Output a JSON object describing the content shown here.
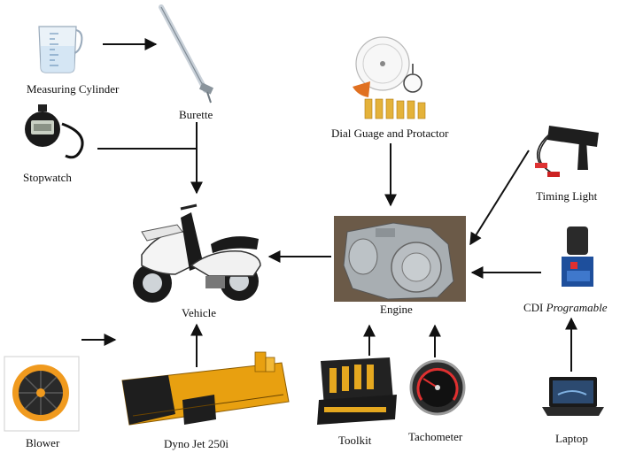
{
  "diagram": {
    "nodes": {
      "measuring_cylinder": {
        "label": "Measuring Cylinder",
        "icon": "measuring-cylinder-icon"
      },
      "burette": {
        "label": "Burette",
        "icon": "burette-icon"
      },
      "stopwatch": {
        "label": "Stopwatch",
        "icon": "stopwatch-icon"
      },
      "vehicle": {
        "label": "Vehicle",
        "icon": "motorcycle-icon"
      },
      "dial_gauge": {
        "label": "Dial Guage and Protactor",
        "icon": "dial-gauge-protractor-icon"
      },
      "engine": {
        "label": "Engine",
        "icon": "engine-icon"
      },
      "timing_light": {
        "label": "Timing Light",
        "icon": "timing-light-icon"
      },
      "cdi": {
        "label": "CDI",
        "label_italic": "Programable",
        "icon": "cdi-module-icon"
      },
      "laptop": {
        "label": "Laptop",
        "icon": "laptop-icon"
      },
      "blower": {
        "label": "Blower",
        "icon": "blower-fan-icon"
      },
      "dyno": {
        "label": "Dyno Jet 250i",
        "icon": "dynamometer-icon"
      },
      "toolkit": {
        "label": "Toolkit",
        "icon": "toolkit-case-icon"
      },
      "tachometer": {
        "label": "Tachometer",
        "icon": "tachometer-icon"
      }
    },
    "edges": [
      {
        "from": "measuring_cylinder",
        "to": "burette"
      },
      {
        "from": "burette",
        "to": "vehicle"
      },
      {
        "from": "stopwatch",
        "to": "vehicle"
      },
      {
        "from": "dial_gauge",
        "to": "engine"
      },
      {
        "from": "timing_light",
        "to": "engine"
      },
      {
        "from": "cdi",
        "to": "engine"
      },
      {
        "from": "laptop",
        "to": "cdi"
      },
      {
        "from": "engine",
        "to": "vehicle"
      },
      {
        "from": "dyno",
        "to": "vehicle"
      },
      {
        "from": "blower",
        "to": "dyno"
      },
      {
        "from": "toolkit",
        "to": "engine"
      },
      {
        "from": "tachometer",
        "to": "engine"
      }
    ],
    "colors": {
      "arrow": "#111111",
      "dyno_body": "#e8a010",
      "engine": "#9aa0a4"
    }
  }
}
